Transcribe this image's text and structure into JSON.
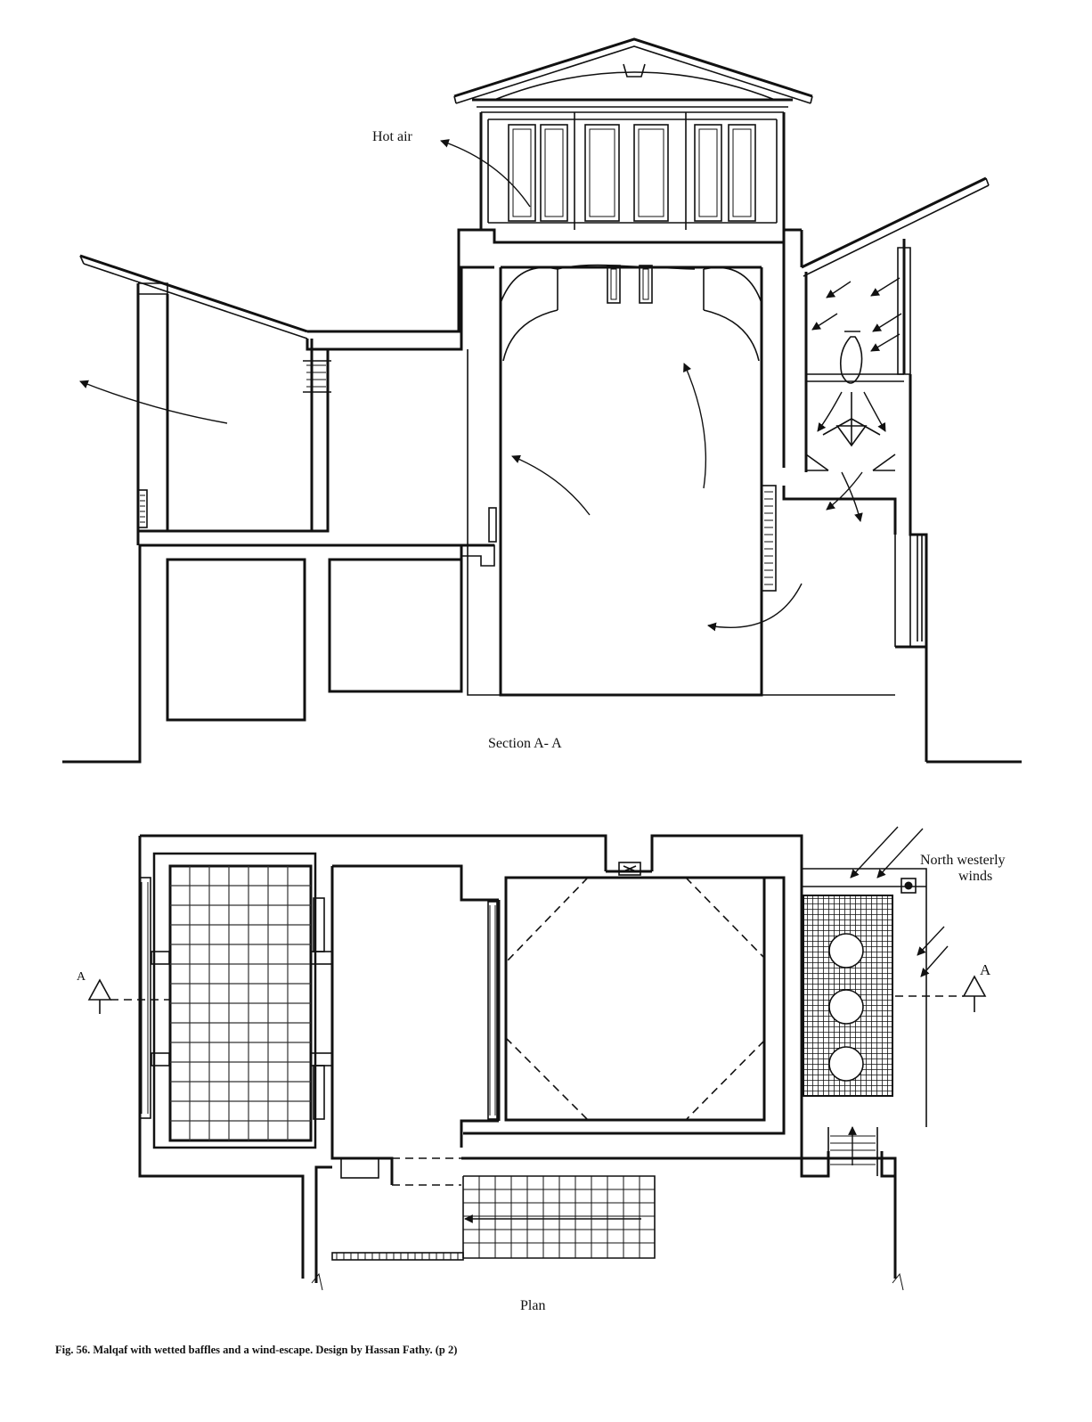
{
  "labels": {
    "hot_air": "Hot air",
    "section": "Section A- A",
    "wind_line1": "North westerly",
    "wind_line2": "winds",
    "plan": "Plan",
    "marker_left": "A",
    "marker_right": "A"
  },
  "caption": "Fig. 56. Malqaf with wetted baffles and a wind-escape. Design by Hassan Fathy. (p 2)"
}
